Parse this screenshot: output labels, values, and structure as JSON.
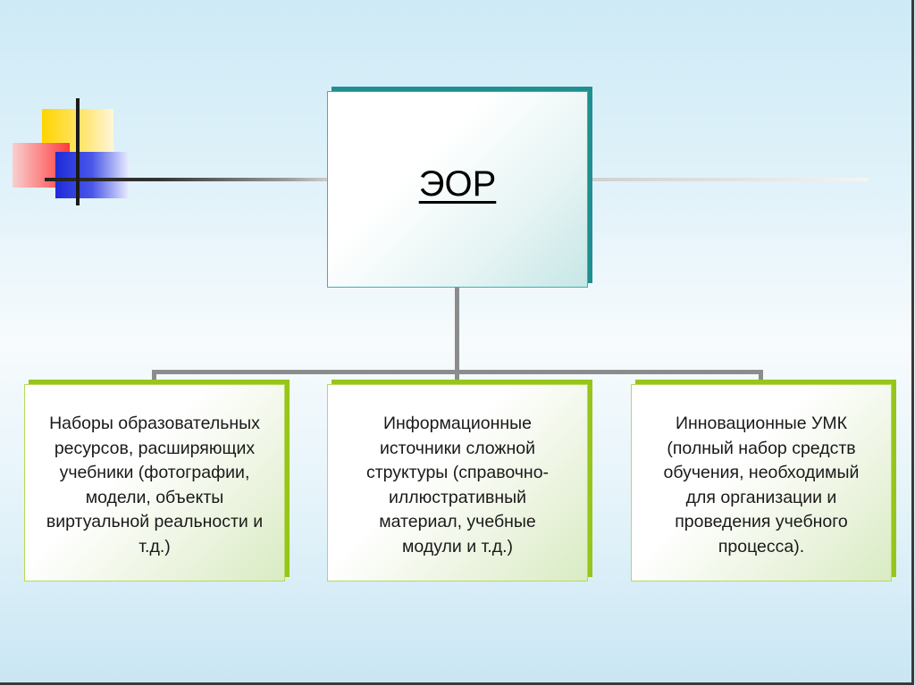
{
  "diagram": {
    "top": {
      "label": "ЭОР"
    },
    "children": [
      {
        "text": "Наборы образовательных\nресурсов, расширяющих\nучебники (фотографии,\nмодели, объекты\nвиртуальной реальности и\nт.д.)"
      },
      {
        "text": "Информационные\nисточники сложной\nструктуры (справочно-\nиллюстративный\nматериал, учебные\nмодули и т.д.)"
      },
      {
        "text": "Инновационные УМК\n(полный набор средств\nобучения, необходимый\nдля организации и\nпроведения учебного\nпроцесса)."
      }
    ]
  },
  "colors": {
    "top_box_accent": "#1f8f8f",
    "child_box_accent": "#96c51b",
    "connector": "#8c8c8c"
  }
}
